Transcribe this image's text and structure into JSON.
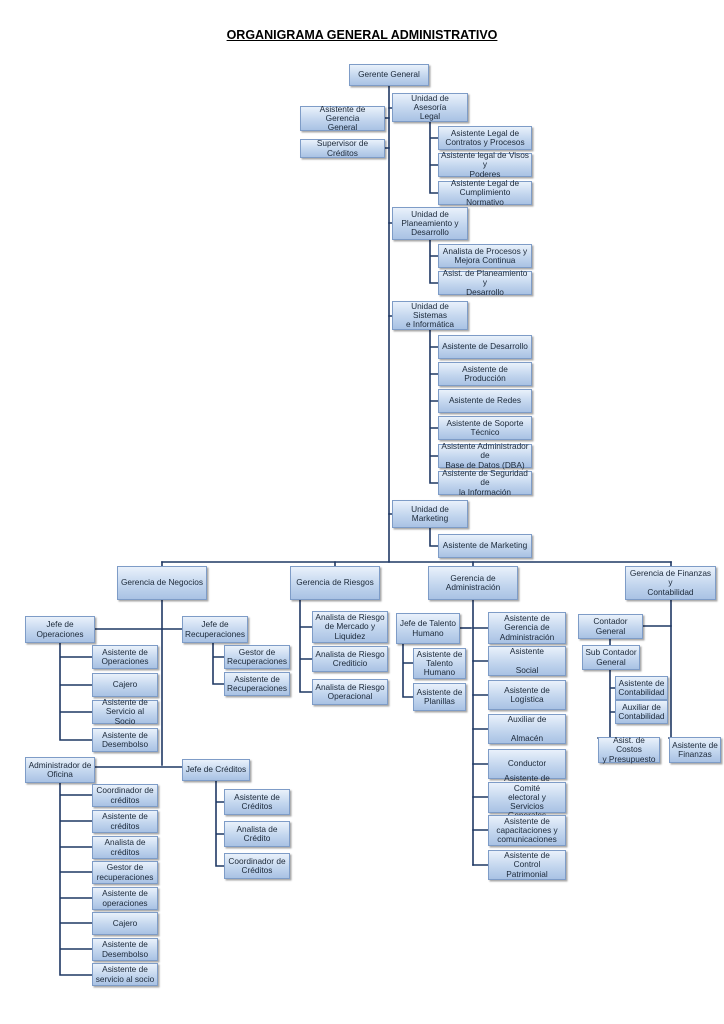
{
  "title": "ORGANIGRAMA GENERAL ADMINISTRATIVO",
  "colors": {
    "line": "#1f3864",
    "box_border": "#7e9cc7",
    "box_fill": "#c3d6ee"
  },
  "nodes": {
    "gerente_general": "Gerente General",
    "asistente_gerencia_general": "Asistente de Gerencia\nGeneral",
    "supervisor_creditos": "Supervisor de Créditos",
    "unidad_asesoria_legal": "Unidad de Asesoría\nLegal",
    "asist_legal_contratos": "Asistente Legal de\nContratos y Procesos",
    "asist_legal_visos": "Asistente legal de Visos y\nPoderes",
    "asist_legal_cumplimiento": "Asistente Legal de\nCumplimiento Normativo",
    "unidad_planeamiento": "Unidad de\nPlaneamiento y\nDesarrollo",
    "analista_procesos": "Analista de Procesos y\nMejora Continua",
    "asist_planeamiento": "Asist. de Planeamiento y\nDesarrollo",
    "unidad_sistemas": "Unidad de Sistemas\ne Informática",
    "asist_desarrollo": "Asistente de Desarrollo",
    "asist_produccion": "Asistente de Producción",
    "asist_redes": "Asistente de Redes",
    "asist_soporte": "Asistente de Soporte\nTécnico",
    "asist_dba": "Asistente Administrador de\nBase de Datos (DBA)",
    "asist_seguridad": "Asistente de Seguridad de\nla Información",
    "unidad_marketing": "Unidad de Marketing",
    "asist_marketing": "Asistente de Marketing",
    "gerencia_negocios": "Gerencia de Negocios",
    "gerencia_riesgos": "Gerencia de Riesgos",
    "gerencia_administracion": "Gerencia de\nAdministración",
    "gerencia_finanzas": "Gerencia de Finanzas y\nContabilidad",
    "jefe_operaciones": "Jefe de\nOperaciones",
    "asist_operaciones": "Asistente de\nOperaciones",
    "cajero": "Cajero",
    "asist_servicio_socio": "Asistente de\nServicio al Socio",
    "asist_desembolso": "Asistente de\nDesembolso",
    "jefe_recuperaciones": "Jefe de\nRecuperaciones",
    "gestor_recuperaciones": "Gestor de\nRecuperaciones",
    "asist_recuperaciones": "Asistente de\nRecuperaciones",
    "administrador_oficina": "Administrador de\nOficina",
    "ofi_coordinador_creditos": "Coordinador de\ncréditos",
    "ofi_asist_creditos": "Asistente de\ncréditos",
    "ofi_analista_creditos": "Analista de\ncréditos",
    "ofi_gestor_recuperaciones": "Gestor de\nrecuperaciones",
    "ofi_asist_operaciones": "Asistente de\noperaciones",
    "ofi_cajero": "Cajero",
    "ofi_asist_desembolso": "Asistente de\nDesembolso",
    "ofi_asist_servicio_socio": "Asistente de\nservicio al socio",
    "jefe_creditos": "Jefe de Créditos",
    "jc_asist_creditos": "Asistente de\nCréditos",
    "jc_analista_credito": "Analista de\nCrédito",
    "jc_coordinador_creditos": "Coordinador de\nCréditos",
    "analista_riesgo_mercado": "Analista de Riesgo\nde Mercado y\nLiquidez",
    "analista_riesgo_crediticio": "Analista de Riesgo\nCrediticio",
    "analista_riesgo_operacional": "Analista de Riesgo\nOperacional",
    "jefe_talento_humano": "Jefe de Talento\nHumano",
    "asist_talento_humano": "Asistente de\nTalento\nHumano",
    "asist_planillas": "Asistente de\nPlanillas",
    "asist_gerencia_admin": "Asistente de\nGerencia de\nAdministración",
    "asist_social": "Asistente\n\nSocial",
    "asist_logistica": "Asistente de\nLogística",
    "auxiliar_almacen": "Auxiliar de\n\nAlmacén",
    "conductor": "Conductor",
    "asist_comite": "Asistente de Comité\nelectoral y Servicios\nGenerales",
    "asist_capacitaciones": "Asistente de\ncapacitaciones y\ncomunicaciones",
    "asist_control_patrimonial": "Asistente de Control\nPatrimonial",
    "contador_general": "Contador General",
    "sub_contador": "Sub Contador\nGeneral",
    "asist_contabilidad": "Asistente de\nContabilidad",
    "auxiliar_contabilidad": "Auxiliar de\nContabilidad",
    "asist_costos": "Asist. de Costos\ny Presupuesto",
    "asist_finanzas": "Asistente de\nFinanzas"
  }
}
